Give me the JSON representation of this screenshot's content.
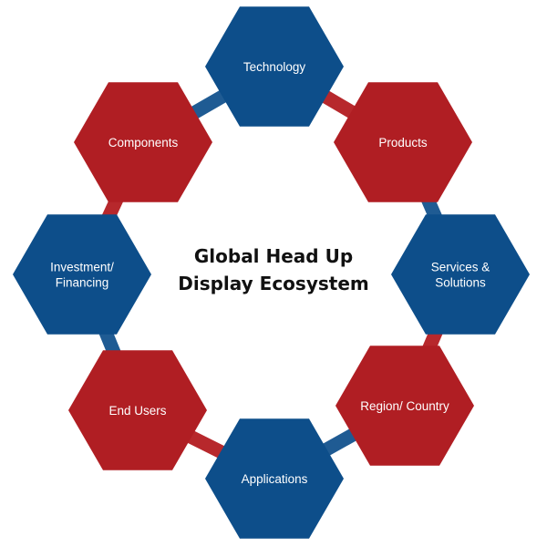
{
  "title": {
    "line1": "Global Head Up",
    "line2": "Display Ecosystem"
  },
  "colors": {
    "blue": "#0d4e8a",
    "red": "#b01e23",
    "ring_blue": "#1f5b93",
    "ring_red": "#b7282c",
    "text_on_hex": "#ffffff"
  },
  "nodes": [
    {
      "id": "technology",
      "lines": [
        "Technology"
      ],
      "color": "blue",
      "icon": "hexagon"
    },
    {
      "id": "products",
      "lines": [
        "Products"
      ],
      "color": "red",
      "icon": "hexagon"
    },
    {
      "id": "services-solutions",
      "lines": [
        "Services &",
        "Solutions"
      ],
      "color": "blue",
      "icon": "hexagon"
    },
    {
      "id": "region-country",
      "lines": [
        "Region/ Country"
      ],
      "color": "red",
      "icon": "hexagon"
    },
    {
      "id": "applications",
      "lines": [
        "Applications"
      ],
      "color": "blue",
      "icon": "hexagon"
    },
    {
      "id": "end-users",
      "lines": [
        "End Users"
      ],
      "color": "red",
      "icon": "hexagon"
    },
    {
      "id": "investment-financing",
      "lines": [
        "Investment/",
        "Financing"
      ],
      "color": "blue",
      "icon": "hexagon"
    },
    {
      "id": "components",
      "lines": [
        "Components"
      ],
      "color": "red",
      "icon": "hexagon"
    }
  ]
}
